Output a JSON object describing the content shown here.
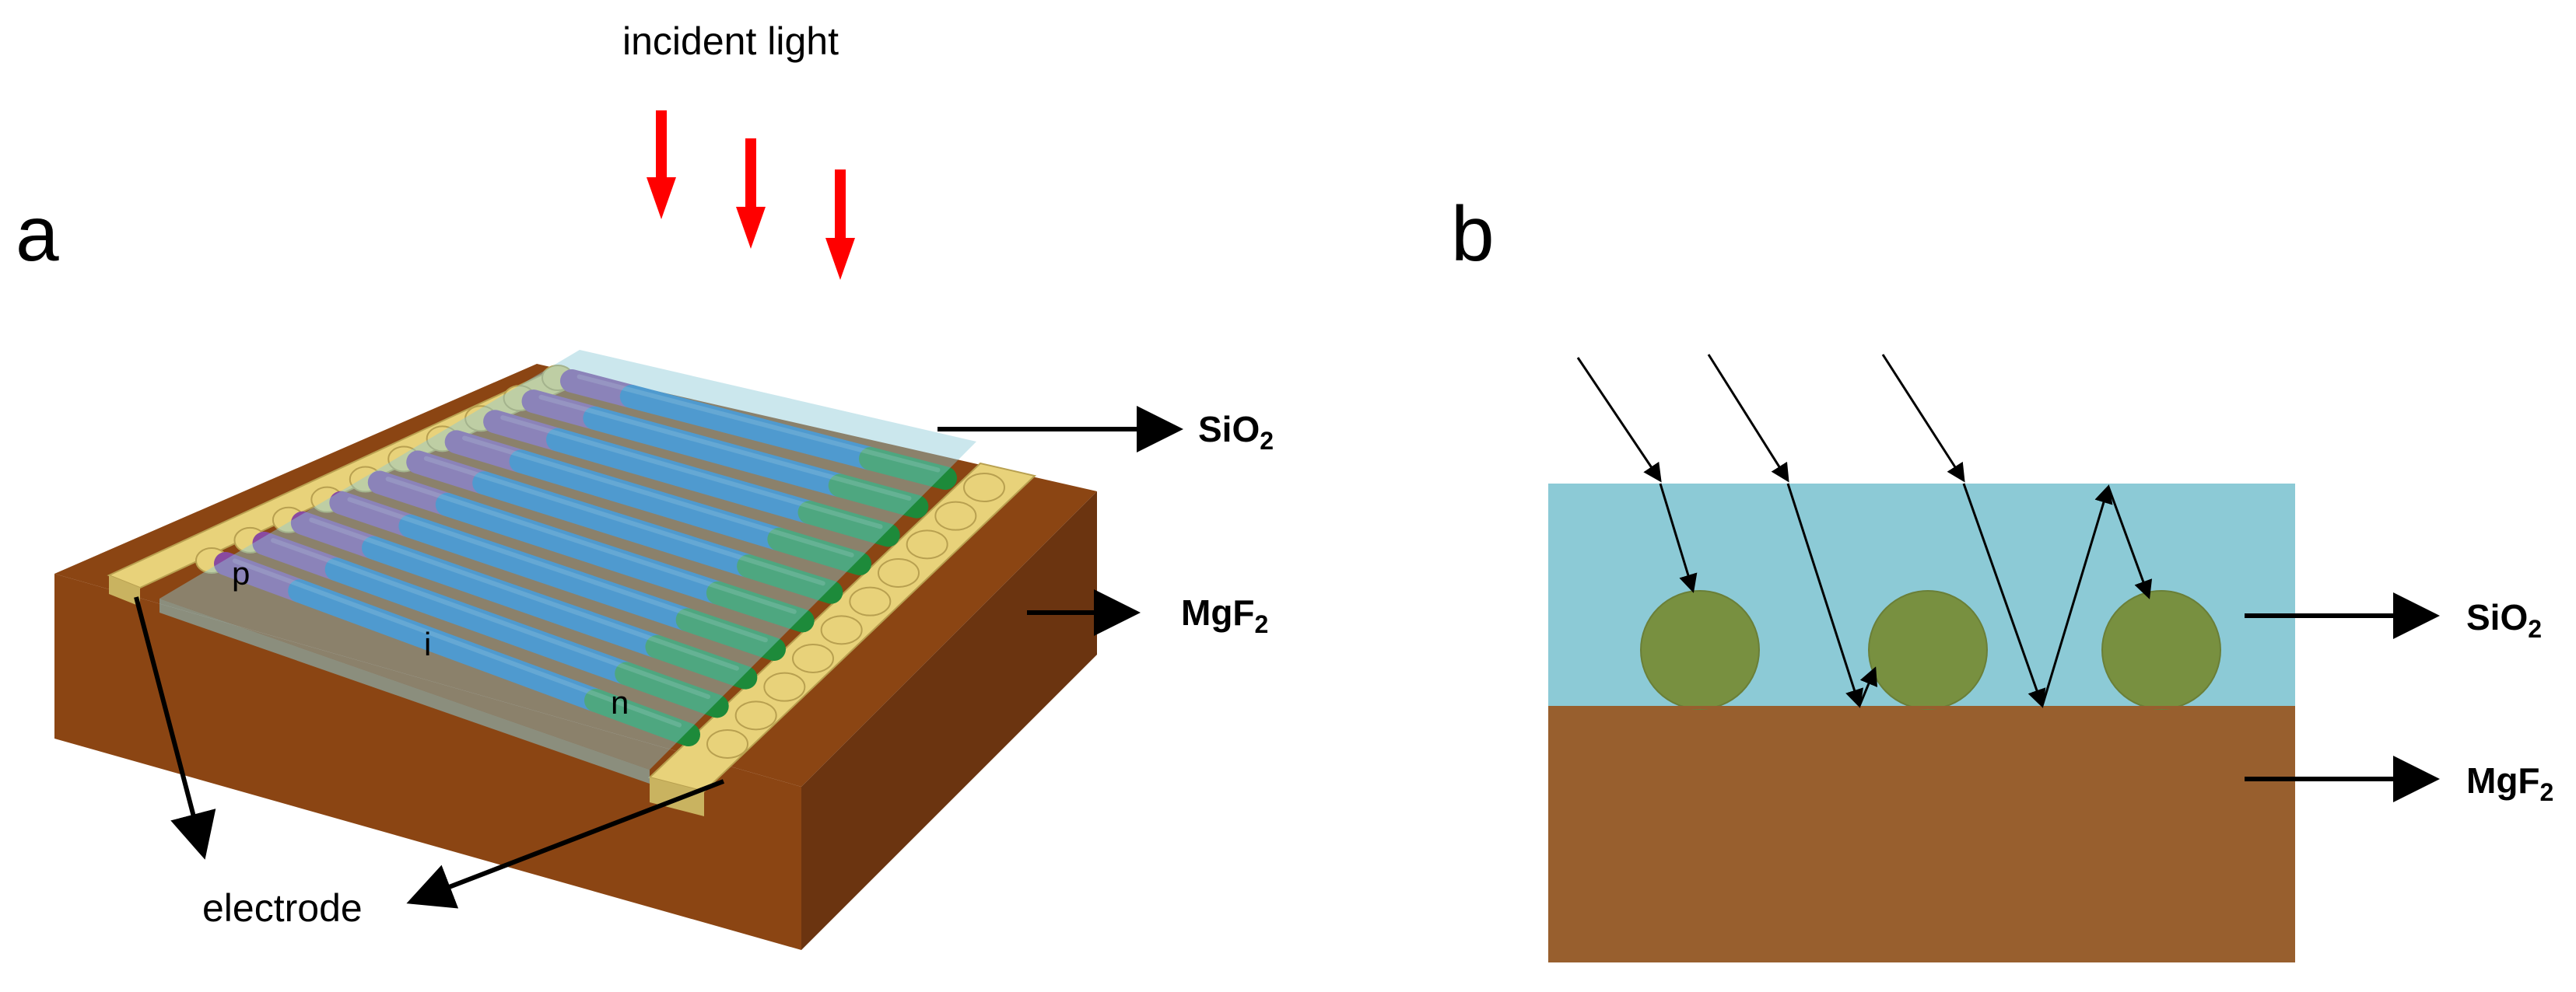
{
  "panels": {
    "a": {
      "letter": "a",
      "incident_label": "incident light",
      "sio2": {
        "base": "SiO",
        "sub": "2"
      },
      "mgf2": {
        "base": "MgF",
        "sub": "2"
      },
      "electrode_label": "electrode",
      "segment_p": "p",
      "segment_i": "i",
      "segment_n": "n"
    },
    "b": {
      "letter": "b",
      "sio2": {
        "base": "SiO",
        "sub": "2"
      },
      "mgf2": {
        "base": "MgF",
        "sub": "2"
      }
    }
  },
  "colors": {
    "sio2_layer": "#8ccad6",
    "mgf2_layer": "#985f2e",
    "substrate_top": "#8b4513",
    "substrate_side": "#6b3410",
    "nanowire_i": "#1e74c8",
    "nanowire_p": "#8a4aa0",
    "nanowire_n": "#1d8a3a",
    "electrode": "#e8d27a",
    "particle": "#789040",
    "incident_arrow": "#ff0000"
  },
  "nanowire_count": 10
}
